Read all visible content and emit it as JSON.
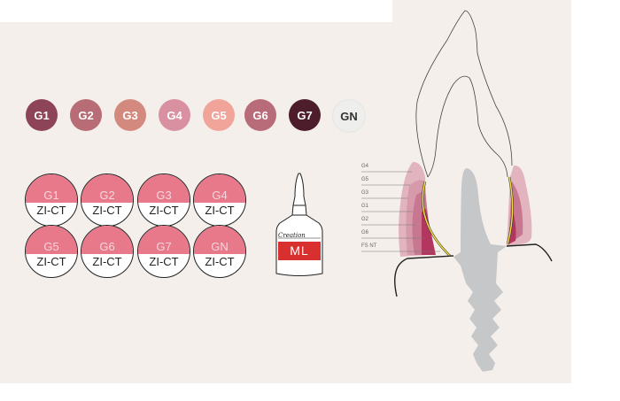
{
  "shades": [
    {
      "label": "G1",
      "color": "#8e4458"
    },
    {
      "label": "G2",
      "color": "#b76c76"
    },
    {
      "label": "G3",
      "color": "#d4897f"
    },
    {
      "label": "G4",
      "color": "#d990a0"
    },
    {
      "label": "G5",
      "color": "#f1a49a"
    },
    {
      "label": "G6",
      "color": "#b86b78"
    },
    {
      "label": "G7",
      "color": "#4e1d2c"
    },
    {
      "label": "GN",
      "color": "#eeeeec"
    }
  ],
  "discs": [
    {
      "label": "G1",
      "sub": "ZI-CT"
    },
    {
      "label": "G2",
      "sub": "ZI-CT"
    },
    {
      "label": "G3",
      "sub": "ZI-CT"
    },
    {
      "label": "G4",
      "sub": "ZI-CT"
    },
    {
      "label": "G5",
      "sub": "ZI-CT"
    },
    {
      "label": "G6",
      "sub": "ZI-CT"
    },
    {
      "label": "G7",
      "sub": "ZI-CT"
    },
    {
      "label": "GN",
      "sub": "ZI-CT"
    }
  ],
  "bottle": {
    "brand": "Creation",
    "label": "ML",
    "label_color": "#d8302f"
  },
  "diagram_labels": [
    "G4",
    "G5",
    "G3",
    "G1",
    "G2",
    "G6",
    "FS NT"
  ]
}
